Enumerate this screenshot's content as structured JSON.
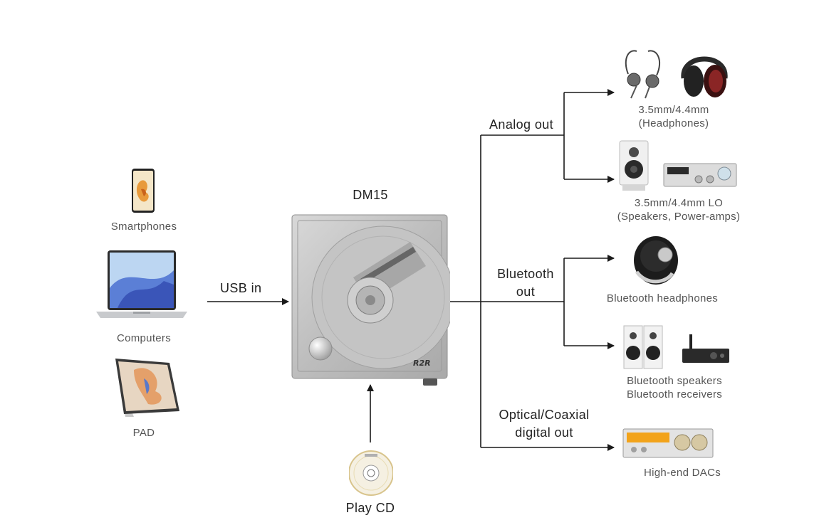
{
  "center": {
    "title": "DM15",
    "brand_mark": "R2R"
  },
  "inputs": {
    "usb_label": "USB in",
    "devices": [
      {
        "label": "Smartphones",
        "icon": "smartphone-icon"
      },
      {
        "label": "Computers",
        "icon": "laptop-icon"
      },
      {
        "label": "PAD",
        "icon": "tablet-icon"
      }
    ],
    "cd_label": "Play CD"
  },
  "outputs": {
    "analog_label": "Analog out",
    "bluetooth_label_line1": "Bluetooth",
    "bluetooth_label_line2": "out",
    "digital_label_line1": "Optical/Coaxial",
    "digital_label_line2": "digital out",
    "headphones_line1": "3.5mm/4.4mm",
    "headphones_line2": "(Headphones)",
    "lo_line1": "3.5mm/4.4mm LO",
    "lo_line2": "(Speakers, Power-amps)",
    "bt_headphones": "Bluetooth headphones",
    "bt_speakers_line1": "Bluetooth speakers",
    "bt_speakers_line2": "Bluetooth receivers",
    "dacs": "High-end DACs"
  },
  "colors": {
    "line": "#1a1a1a",
    "panel": "#b9b9b9"
  }
}
